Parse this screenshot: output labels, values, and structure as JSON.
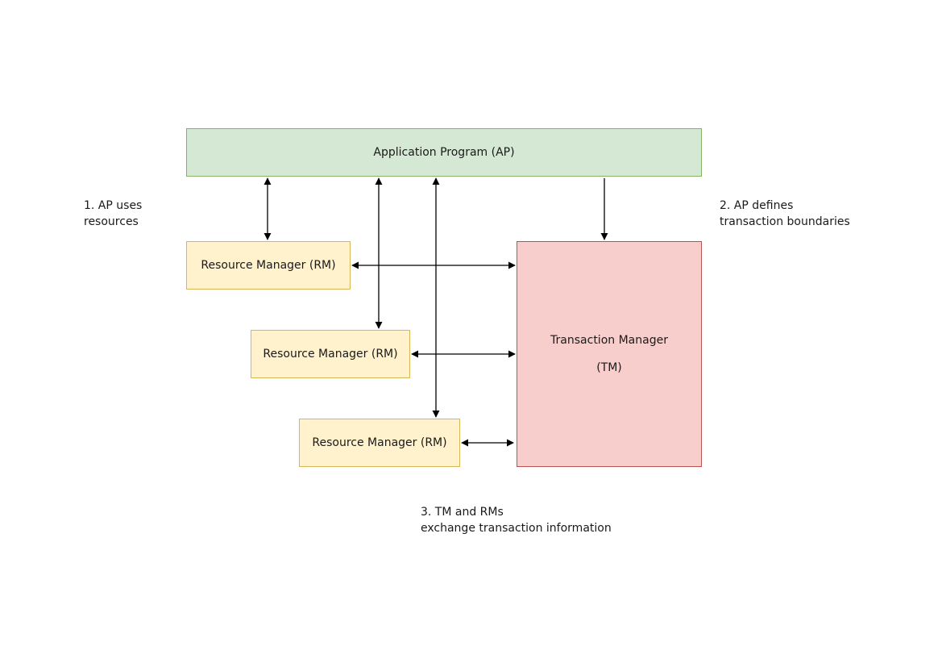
{
  "nodes": {
    "ap": {
      "label": "Application Program (AP)"
    },
    "rm1": {
      "label": "Resource Manager (RM)"
    },
    "rm2": {
      "label": "Resource Manager (RM)"
    },
    "rm3": {
      "label": "Resource Manager (RM)"
    },
    "tm": {
      "line1": "Transaction Manager",
      "line2": "(TM)"
    }
  },
  "notes": {
    "note1": {
      "line1": "1. AP uses",
      "line2": "resources"
    },
    "note2": {
      "line1": "2. AP defines",
      "line2": "transaction boundaries"
    },
    "note3": {
      "line1": "3. TM and RMs",
      "line2": "exchange transaction information"
    }
  },
  "colors": {
    "ap_fill": "#d5e8d4",
    "ap_stroke": "#82b366",
    "rm_fill": "#fff2cc",
    "rm_stroke": "#d6b656",
    "tm_fill": "#f8cecc",
    "tm_stroke": "#b85450",
    "edge": "#000000"
  }
}
